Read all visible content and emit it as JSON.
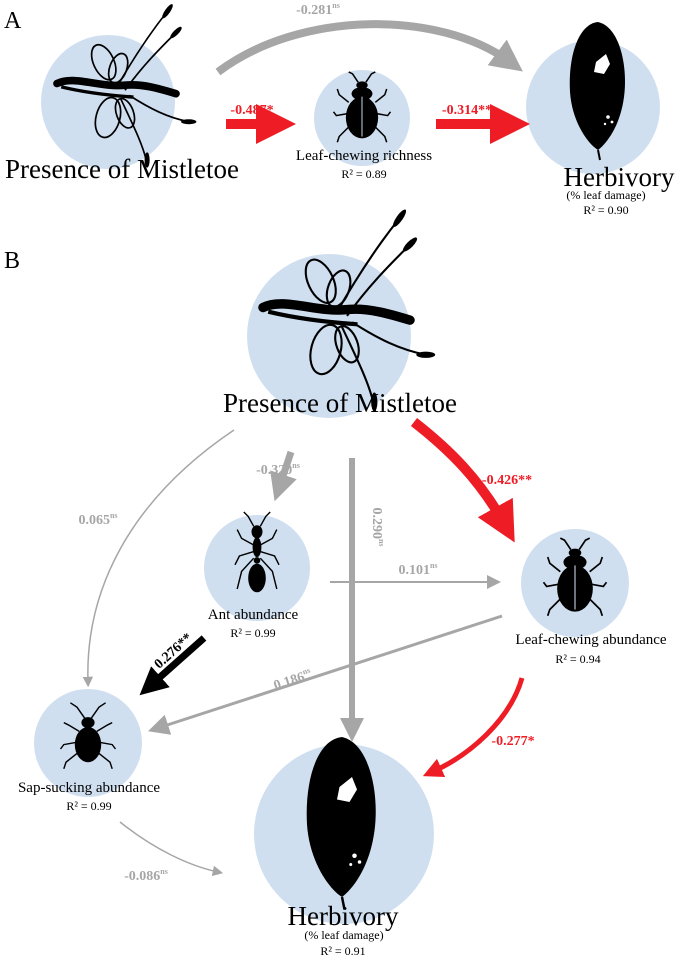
{
  "panels": {
    "a": {
      "label": "A",
      "mistletoe_label": "Presence of Mistletoe",
      "leafchew_label": "Leaf-chewing richness",
      "leafchew_r2": "R² = 0.89",
      "herbivory_label": "Herbivory",
      "herbivory_sub": "(% leaf damage)",
      "herbivory_r2": "R² = 0.90",
      "coef_top": "-0.281",
      "coef_top_sig": "ns",
      "coef_mid1": "-0.487*",
      "coef_mid2": "-0.314**"
    },
    "b": {
      "label": "B",
      "mistletoe_label": "Presence of Mistletoe",
      "ant_label": "Ant abundance",
      "ant_r2": "R² = 0.99",
      "leafchew_label": "Leaf-chewing abundance",
      "leafchew_r2": "R² = 0.94",
      "sap_label": "Sap-sucking abundance",
      "sap_r2": "R² = 0.99",
      "herbivory_label": "Herbivory",
      "herbivory_sub": "(% leaf damage)",
      "herbivory_r2": "R² = 0.91",
      "coef_m_sap": "0.065",
      "coef_m_sap_sig": "ns",
      "coef_m_ant": "-0.320",
      "coef_m_ant_sig": "ns",
      "coef_m_herb": "0.290",
      "coef_m_herb_sig": "ns",
      "coef_m_leaf": "-0.426**",
      "coef_ant_leaf": "0.101",
      "coef_ant_leaf_sig": "ns",
      "coef_ant_sap": "0.276**",
      "coef_leaf_sap": "0.186",
      "coef_leaf_sap_sig": "ns",
      "coef_leaf_herb": "-0.277*",
      "coef_sap_herb": "-0.086",
      "coef_sap_herb_sig": "ns"
    }
  },
  "colors": {
    "circle": "#cfdff0",
    "gray_arrow": "#a6a6a6",
    "red_arrow": "#ee1c25",
    "black_arrow": "#000000"
  },
  "icons": [
    "mistletoe-icon",
    "beetle-icon",
    "leaf-icon",
    "ant-icon",
    "aphid-icon"
  ]
}
